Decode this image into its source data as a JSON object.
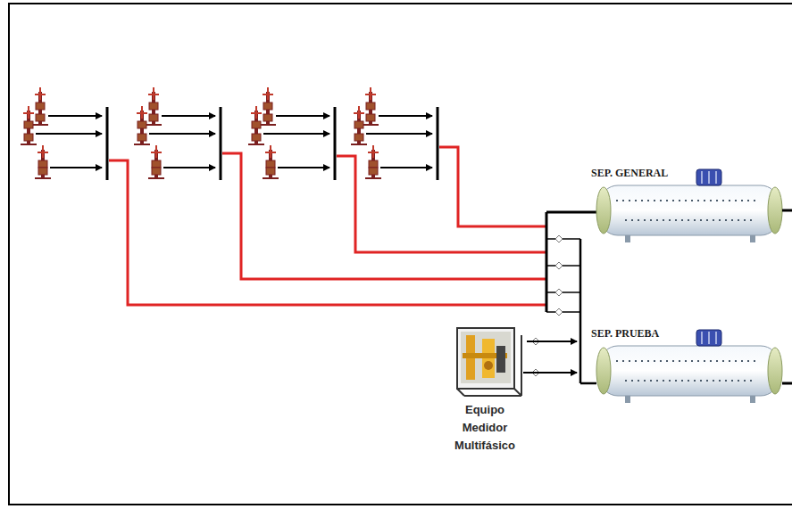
{
  "diagram": {
    "nodes": [
      {
        "text": [
          "SEP. GENERAL"
        ]
      },
      {
        "text": [
          "SEP. PRUEBA"
        ]
      },
      {
        "text": [
          "Equipo Medidor Multifásico"
        ]
      }
    ],
    "edges": [
      {
        "from": 2,
        "to": 1,
        "arrow": "to"
      }
    ]
  }
}
